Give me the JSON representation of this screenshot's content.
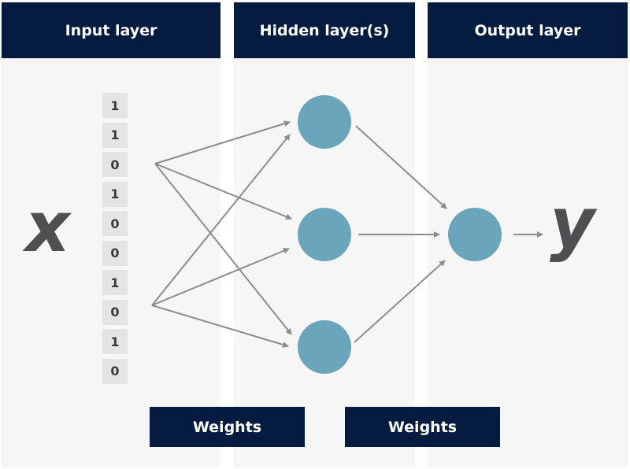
{
  "headers": {
    "input": "Input layer",
    "hidden": "Hidden layer(s)",
    "output": "Output layer"
  },
  "input_vector": [
    "1",
    "1",
    "0",
    "1",
    "0",
    "0",
    "1",
    "0",
    "1",
    "0"
  ],
  "input_label": "x",
  "output_label": "y",
  "weights": [
    "Weights",
    "Weights"
  ],
  "colors": {
    "header": "#051c40",
    "node": "#6aa5bb",
    "arrow": "#8c8c8c",
    "panel": "#f6f6f6"
  }
}
